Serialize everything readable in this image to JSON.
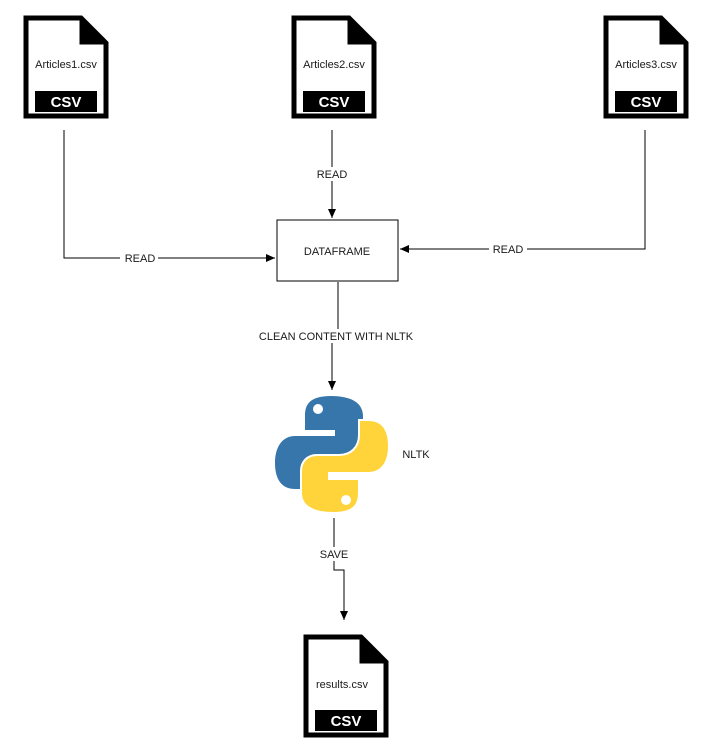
{
  "files": {
    "input1": {
      "name": "Articles1.csv",
      "badge": "CSV"
    },
    "input2": {
      "name": "Articles2.csv",
      "badge": "CSV"
    },
    "input3": {
      "name": "Articles3.csv",
      "badge": "CSV"
    },
    "output": {
      "name": "results.csv",
      "badge": "CSV"
    }
  },
  "nodes": {
    "dataframe": "DATAFRAME",
    "nltk": "NLTK"
  },
  "edges": {
    "read_left": "READ",
    "read_middle": "READ",
    "read_right": "READ",
    "clean": "CLEAN CONTENT WITH NLTK",
    "save": "SAVE"
  },
  "colors": {
    "stroke": "#000000",
    "python_blue": "#3776ab",
    "python_yellow": "#ffd43b"
  }
}
